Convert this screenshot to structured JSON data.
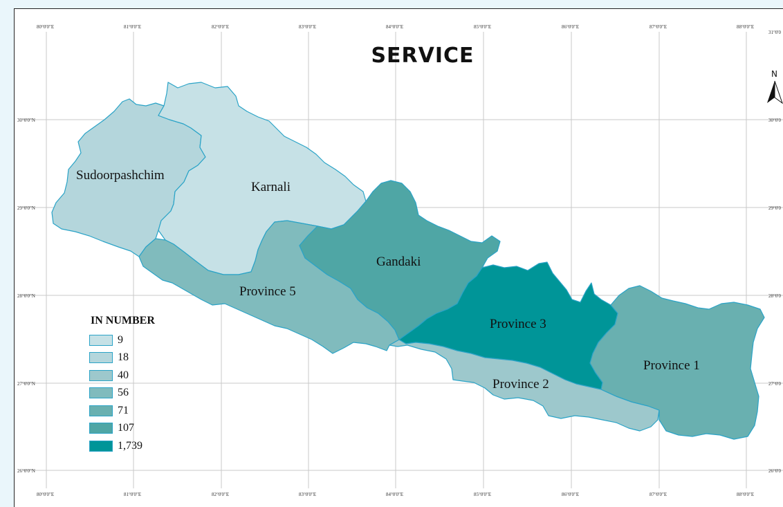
{
  "map": {
    "title": "SERVICE",
    "north_label": "N",
    "longitude_labels": [
      "80°0'0\"E",
      "81°0'0\"E",
      "82°0'0\"E",
      "83°0'0\"E",
      "84°0'0\"E",
      "85°0'0\"E",
      "86°0'0\"E",
      "87°0'0\"E",
      "88°0'0\"E"
    ],
    "latitude_labels_left": [
      "30°0'0\"N",
      "29°0'0\"N",
      "28°0'0\"N",
      "27°0'0\"N",
      "26°0'0\"N"
    ],
    "latitude_labels_right": [
      "31°0'0",
      "30°0'0",
      "29°0'0",
      "28°0'0",
      "27°0'0",
      "26°0'0"
    ],
    "regions": [
      {
        "name": "Sudoorpashchim",
        "value": 18,
        "color": "#b4d6dc"
      },
      {
        "name": "Karnali",
        "value": 9,
        "color": "#c6e1e6"
      },
      {
        "name": "Province 5",
        "value": 56,
        "color": "#80bbbd"
      },
      {
        "name": "Gandaki",
        "value": 107,
        "color": "#4fa6a5"
      },
      {
        "name": "Province 3",
        "value": 1739,
        "color": "#009598"
      },
      {
        "name": "Province 2",
        "value": 40,
        "color": "#9dc8cc"
      },
      {
        "name": "Province 1",
        "value": 71,
        "color": "#69b0b0"
      }
    ],
    "border_color": "#2aa3c7",
    "grid_color": "#c8c8c8"
  },
  "legend": {
    "title": "IN NUMBER",
    "items": [
      {
        "label": "9",
        "color": "#c6e1e6"
      },
      {
        "label": "18",
        "color": "#b4d6dc"
      },
      {
        "label": "40",
        "color": "#9dc8cc"
      },
      {
        "label": "56",
        "color": "#80bbbd"
      },
      {
        "label": "71",
        "color": "#69b0b0"
      },
      {
        "label": "107",
        "color": "#4fa6a5"
      },
      {
        "label": "1,739",
        "color": "#009598"
      }
    ]
  }
}
